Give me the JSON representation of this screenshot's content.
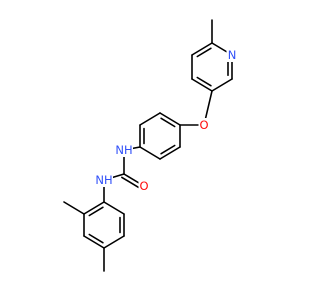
{
  "molecule": {
    "colors": {
      "bond": "#000000",
      "O": "#ff0d0d",
      "N": "#3050f8",
      "background": "#ffffff"
    },
    "atoms": [
      {
        "id": "a1",
        "label": "",
        "element": "C"
      },
      {
        "id": "a2",
        "label": "",
        "element": "C"
      },
      {
        "id": "a3",
        "label": "",
        "element": "C"
      },
      {
        "id": "a4",
        "label": "",
        "element": "C"
      },
      {
        "id": "a5",
        "label": "",
        "element": "C"
      },
      {
        "id": "a6",
        "label": "",
        "element": "C"
      },
      {
        "id": "a7",
        "label": "N",
        "element": "N"
      },
      {
        "id": "a8",
        "label": "N",
        "element": "N"
      },
      {
        "id": "a9",
        "label": "O",
        "element": "O"
      },
      {
        "id": "a10",
        "label": "",
        "element": "C"
      },
      {
        "id": "a11",
        "label": "",
        "element": "C"
      },
      {
        "id": "a12",
        "label": "",
        "element": "C"
      },
      {
        "id": "a13",
        "label": "",
        "element": "C"
      },
      {
        "id": "a14",
        "label": "",
        "element": "C"
      },
      {
        "id": "a15",
        "label": "",
        "element": "C"
      },
      {
        "id": "a16",
        "label": "NH",
        "element": "N"
      },
      {
        "id": "a17",
        "label": "",
        "element": "C"
      },
      {
        "id": "a18",
        "label": "O",
        "element": "O"
      },
      {
        "id": "a19",
        "label": "NH",
        "element": "N"
      },
      {
        "id": "a20",
        "label": "",
        "element": "C"
      },
      {
        "id": "a21",
        "label": "",
        "element": "C"
      },
      {
        "id": "a22",
        "label": "",
        "element": "C"
      },
      {
        "id": "a23",
        "label": "",
        "element": "C"
      },
      {
        "id": "a24",
        "label": "",
        "element": "C"
      },
      {
        "id": "a25",
        "label": "",
        "element": "C"
      },
      {
        "id": "a26",
        "label": "",
        "element": "C"
      },
      {
        "id": "a27",
        "label": "",
        "element": "C"
      }
    ],
    "bonds": [
      {
        "from": "a1",
        "to": "a2",
        "order": 1
      },
      {
        "from": "a2",
        "to": "a3",
        "order": 2
      },
      {
        "from": "a3",
        "to": "a4",
        "order": 1
      },
      {
        "from": "a4",
        "to": "a5",
        "order": 2
      },
      {
        "from": "a5",
        "to": "a6",
        "order": 1
      },
      {
        "from": "a6",
        "to": "a7",
        "order": 2
      },
      {
        "from": "a7",
        "to": "a8",
        "order": 1
      },
      {
        "from": "a8",
        "to": "a2",
        "order": 1
      },
      {
        "from": "a5",
        "to": "a9",
        "order": 1
      },
      {
        "from": "a9",
        "to": "a10",
        "order": 1
      },
      {
        "from": "a10",
        "to": "a11",
        "order": 2
      },
      {
        "from": "a11",
        "to": "a12",
        "order": 1
      },
      {
        "from": "a12",
        "to": "a13",
        "order": 2
      },
      {
        "from": "a13",
        "to": "a14",
        "order": 1
      },
      {
        "from": "a14",
        "to": "a15",
        "order": 2
      },
      {
        "from": "a15",
        "to": "a10",
        "order": 1
      },
      {
        "from": "a13",
        "to": "a16",
        "order": 1
      },
      {
        "from": "a16",
        "to": "a17",
        "order": 1
      },
      {
        "from": "a17",
        "to": "a18",
        "order": 2
      },
      {
        "from": "a17",
        "to": "a19",
        "order": 1
      },
      {
        "from": "a19",
        "to": "a20",
        "order": 1
      },
      {
        "from": "a20",
        "to": "a21",
        "order": 2
      },
      {
        "from": "a21",
        "to": "a22",
        "order": 1
      },
      {
        "from": "a22",
        "to": "a23",
        "order": 2
      },
      {
        "from": "a23",
        "to": "a24",
        "order": 1
      },
      {
        "from": "a24",
        "to": "a25",
        "order": 2
      },
      {
        "from": "a25",
        "to": "a20",
        "order": 1
      },
      {
        "from": "a21",
        "to": "a26",
        "order": 1
      },
      {
        "from": "a23",
        "to": "a27",
        "order": 1
      }
    ]
  }
}
